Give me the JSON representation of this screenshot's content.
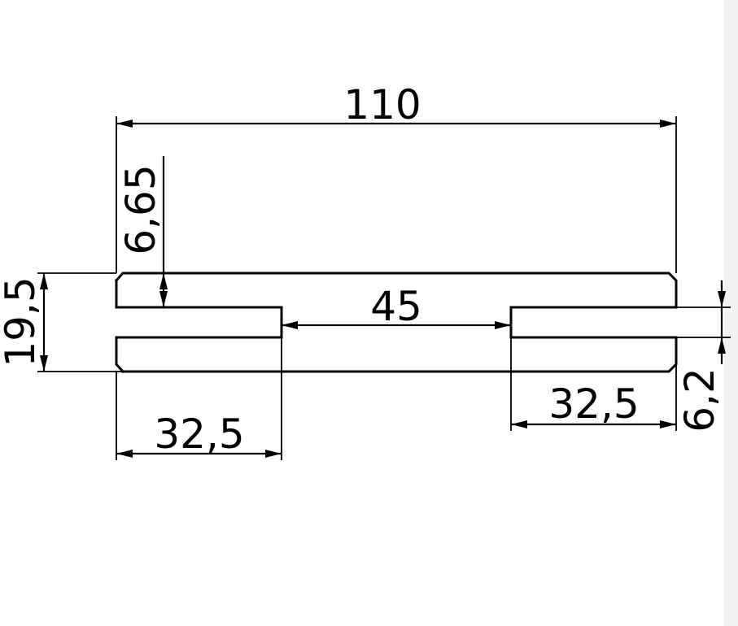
{
  "drawing": {
    "dimensions": {
      "overall_width": "110",
      "flange_thickness": "6,65",
      "overall_height": "19,5",
      "slot_width": "45",
      "left_flange_width": "32,5",
      "right_flange_width": "32,5",
      "right_flange_thickness": "6,2"
    },
    "line_color": "#000000",
    "background_color": "#ffffff"
  }
}
